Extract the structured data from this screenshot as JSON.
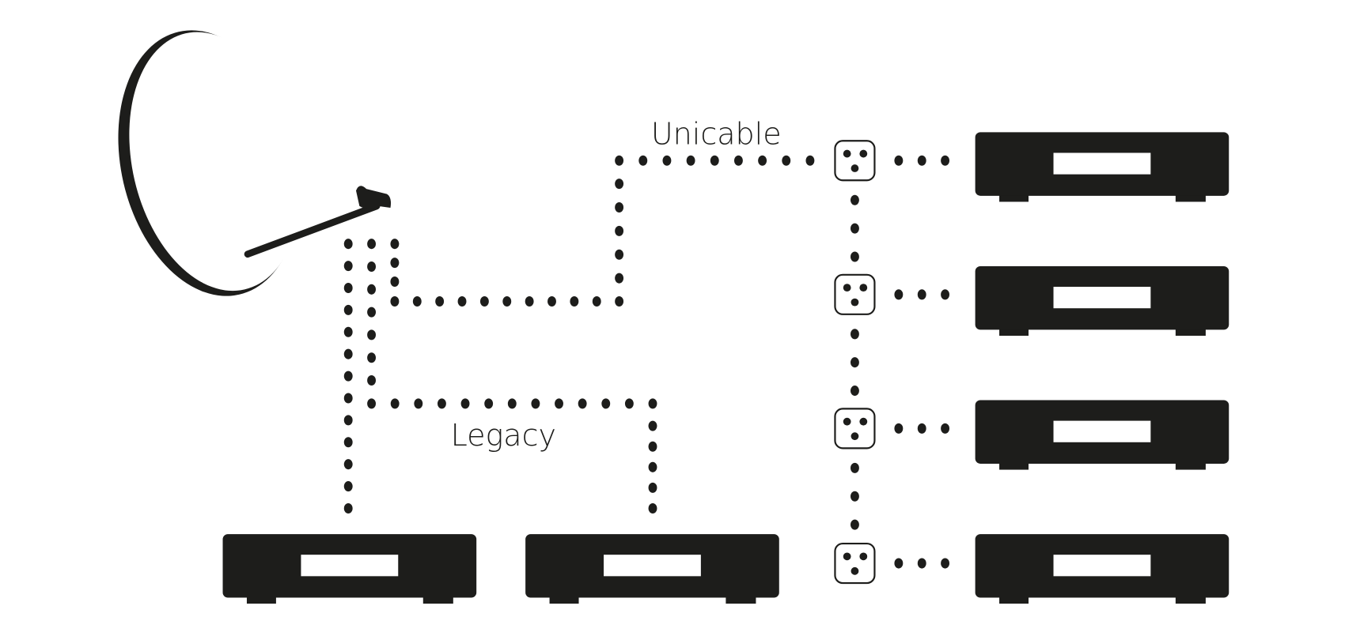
{
  "labels": {
    "unicable": "Unicable",
    "legacy": "Legacy"
  },
  "colors": {
    "ink": "#1d1d1b",
    "background": "#ffffff"
  },
  "icons": [
    "satellite-dish-icon",
    "socket-icon",
    "receiver-icon"
  ],
  "counts": {
    "unicable_receivers": 4,
    "legacy_receivers": 2,
    "wall_sockets": 4
  }
}
